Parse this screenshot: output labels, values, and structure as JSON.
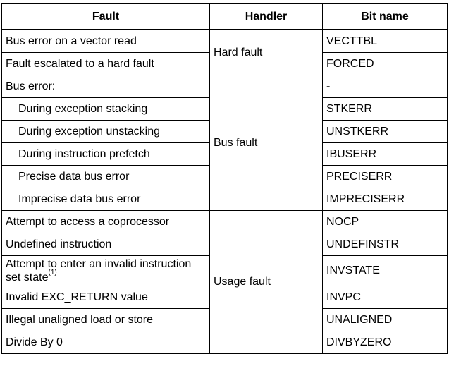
{
  "headers": {
    "fault": "Fault",
    "handler": "Handler",
    "bit_name": "Bit name"
  },
  "handlers": {
    "hard_fault": "Hard fault",
    "bus_fault": "Bus fault",
    "usage_fault": "Usage fault"
  },
  "rows": [
    {
      "fault": "Bus error on a vector read",
      "bit": "VECTTBL"
    },
    {
      "fault": "Fault escalated to a hard fault",
      "bit": "FORCED"
    },
    {
      "fault": "Bus error:",
      "bit": "-"
    },
    {
      "fault": "During exception stacking",
      "bit": "STKERR"
    },
    {
      "fault": "During exception unstacking",
      "bit": "UNSTKERR"
    },
    {
      "fault": "During instruction prefetch",
      "bit": "IBUSERR"
    },
    {
      "fault": "Precise data bus error",
      "bit": "PRECISERR"
    },
    {
      "fault": "Imprecise data bus error",
      "bit": "IMPRECISERR"
    },
    {
      "fault": "Attempt to access a coprocessor",
      "bit": "NOCP"
    },
    {
      "fault": "Undefined instruction",
      "bit": "UNDEFINSTR"
    },
    {
      "fault": "Attempt to enter an invalid instruction set state",
      "footnote": "(1)",
      "bit": "INVSTATE"
    },
    {
      "fault": "Invalid EXC_RETURN value",
      "bit": "INVPC"
    },
    {
      "fault": "Illegal unaligned load or store",
      "bit": "UNALIGNED"
    },
    {
      "fault": "Divide By 0",
      "bit": "DIVBYZERO"
    }
  ]
}
